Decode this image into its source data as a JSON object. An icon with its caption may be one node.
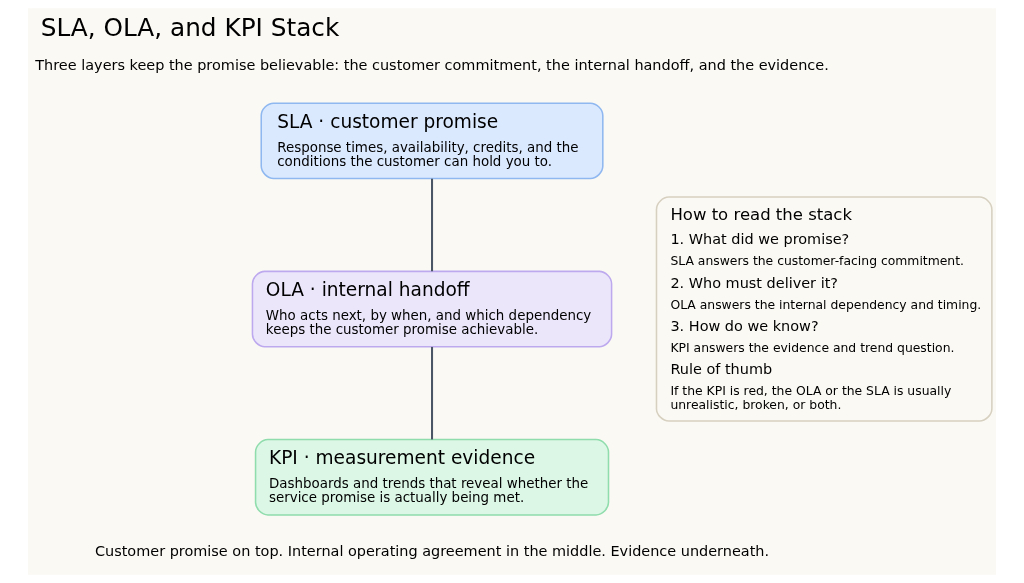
{
  "diagram": {
    "title": "SLA, OLA, and KPI Stack",
    "caption": "Customer promise on top. Internal operating agreement in the middle. Evidence underneath.",
    "nodes": [
      {
        "text": [
          "SLA · customer promise",
          "Response times, availability, credits, and the conditions the customer can hold you to."
        ]
      },
      {
        "text": [
          "OLA · internal handoff",
          "Who acts next, by when, and which dependency keeps the customer promise achievable."
        ]
      },
      {
        "text": [
          "KPI · measurement evidence",
          "Dashboards and trends that reveal whether the service promise is actually being met."
        ]
      },
      {
        "text": [
          "How to read the stack",
          "1. What did we promise?",
          "SLA answers the customer-facing commitment.",
          "2. Who must deliver it?",
          "OLA answers the internal dependency and timing.",
          "3. How do we know?",
          "KPI answers the evidence and trend question.",
          "Rule of thumb",
          "If the KPI is red, the OLA or the SLA is usually unrealistic, broken, or both."
        ]
      }
    ],
    "edges": [
      {
        "from": 0,
        "to": 1,
        "arrow": "none"
      },
      {
        "from": 1,
        "to": 2,
        "arrow": "none"
      }
    ],
    "labels": [
      "Three layers keep the promise believable: the customer commitment, the internal handoff, and the evidence."
    ]
  }
}
